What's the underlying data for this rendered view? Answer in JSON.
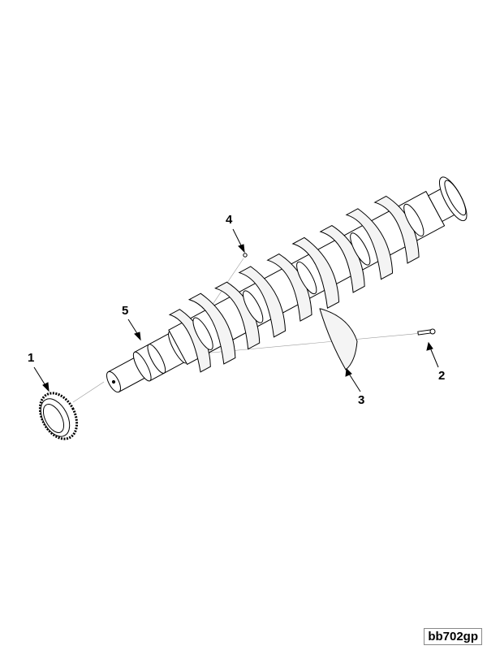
{
  "diagram": {
    "callouts": [
      {
        "id": "1",
        "part": "gear"
      },
      {
        "id": "2",
        "part": "bolt"
      },
      {
        "id": "3",
        "part": "counterweight"
      },
      {
        "id": "4",
        "part": "plug"
      },
      {
        "id": "5",
        "part": "crankshaft"
      }
    ],
    "figure_id": "bb702gp"
  }
}
